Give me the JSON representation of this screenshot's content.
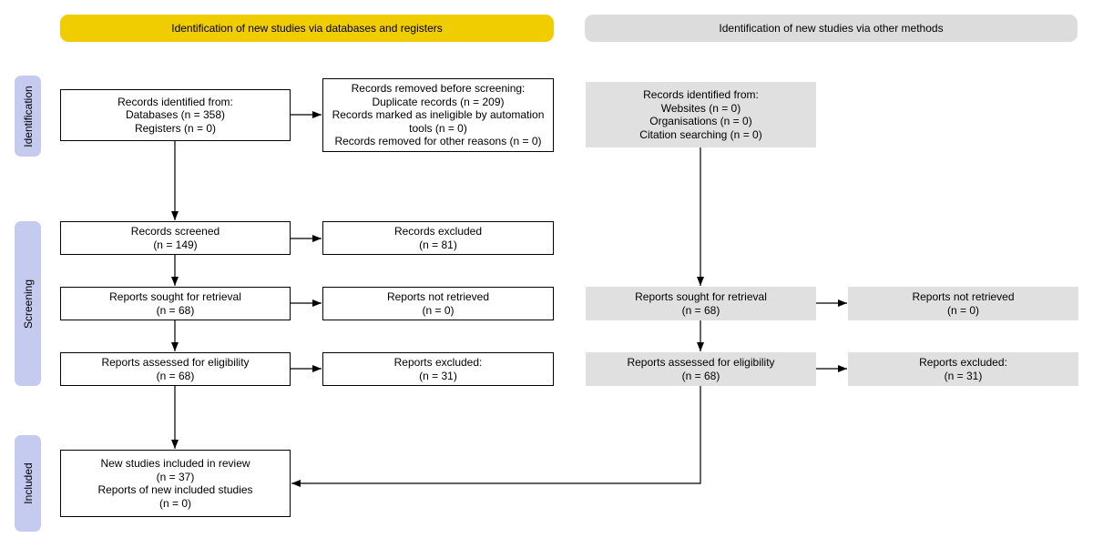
{
  "headers": {
    "databases": "Identification of new studies via databases and registers",
    "other": "Identification of new studies via other methods"
  },
  "phases": {
    "identification": "Identification",
    "screening": "Screening",
    "included": "Included"
  },
  "colors": {
    "databases_header": "#f0cd00",
    "other_header": "#dcdcdc",
    "phase_label": "#c5cbee",
    "other_box": "#e0e0e0"
  },
  "db": {
    "identified": [
      "Records identified from:",
      "Databases (n = 358)",
      "Registers (n = 0)"
    ],
    "removed": [
      "Records removed before screening:",
      "Duplicate records (n = 209)",
      "Records marked as ineligible by automation",
      "tools (n = 0)",
      "Records removed for other reasons (n = 0)"
    ],
    "screened": [
      "Records screened",
      "(n = 149)"
    ],
    "excluded": [
      "Records excluded",
      "(n = 81)"
    ],
    "sought": [
      "Reports sought for retrieval",
      "(n = 68)"
    ],
    "not_retrieved": [
      "Reports not retrieved",
      "(n = 0)"
    ],
    "assessed": [
      "Reports assessed for eligibility",
      "(n = 68)"
    ],
    "reports_excluded": [
      "Reports excluded:",
      "(n = 31)"
    ],
    "included": [
      "New studies included in review",
      "(n = 37)",
      "Reports of new included studies",
      "(n = 0)"
    ]
  },
  "other": {
    "identified": [
      "Records identified from:",
      "Websites (n = 0)",
      "Organisations (n = 0)",
      "Citation searching (n = 0)"
    ],
    "sought": [
      "Reports sought for retrieval",
      "(n = 68)"
    ],
    "not_retrieved": [
      "Reports not retrieved",
      "(n = 0)"
    ],
    "assessed": [
      "Reports assessed for eligibility",
      "(n = 68)"
    ],
    "reports_excluded": [
      "Reports excluded:",
      "(n = 31)"
    ]
  }
}
